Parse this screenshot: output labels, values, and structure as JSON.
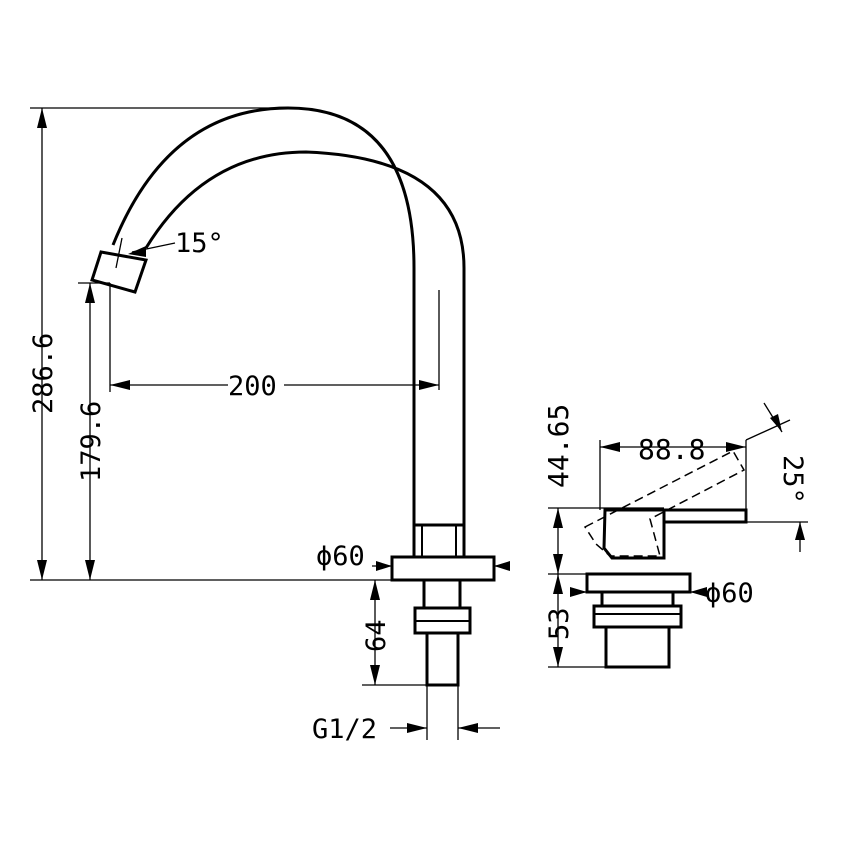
{
  "dimensions": {
    "overall_height": "286.6",
    "spout_outlet_height": "179.6",
    "spout_reach": "200",
    "outlet_angle": "15°",
    "base_diameter_tap": "ϕ60",
    "shank_length": "64",
    "thread": "G1/2",
    "handle_length": "88.8",
    "handle_height": "44.65",
    "handle_angle": "25°",
    "handle_base_diameter": "ϕ60",
    "handle_shank_length": "53"
  }
}
